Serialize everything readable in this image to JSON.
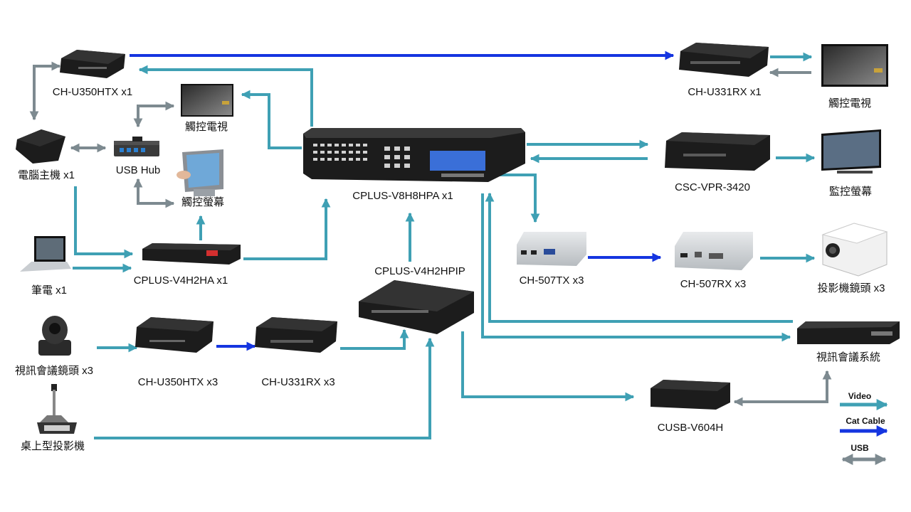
{
  "colors": {
    "video": "#3fa0b4",
    "cat_cable": "#1535e0",
    "usb": "#7d8a90",
    "device_dark": "#1c1c1c",
    "device_silver": "#cfd3d6",
    "screen_blue": "#3a6fd8"
  },
  "devices": {
    "ch_u350htx_x1": "CH-U350HTX x1",
    "ch_u331rx_x1": "CH-U331RX x1",
    "tv_right": "觸控電視",
    "pc": "電腦主機 x1",
    "usb_hub": "USB Hub",
    "tv_left": "觸控電視",
    "touch_screen": "觸控螢幕",
    "matrix": "CPLUS-V8H8HPA x1",
    "csc_vpr": "CSC-VPR-3420",
    "monitor": "監控螢幕",
    "laptop": "筆電 x1",
    "v4h2ha": "CPLUS-V4H2HA x1",
    "v4h2hpip": "CPLUS-V4H2HPIP",
    "ch507tx": "CH-507TX x3",
    "ch507rx": "CH-507RX x3",
    "projector": "投影機鏡頭 x3",
    "camera": "視訊會議鏡頭 x3",
    "ch_u350htx_x3": "CH-U350HTX x3",
    "ch_u331rx_x3": "CH-U331RX x3",
    "vc_system": "視訊會議系統",
    "doc_camera": "桌上型投影機",
    "cusb": "CUSB-V604H"
  },
  "legend": {
    "video": "Video",
    "cat_cable": "Cat Cable",
    "usb": "USB"
  }
}
